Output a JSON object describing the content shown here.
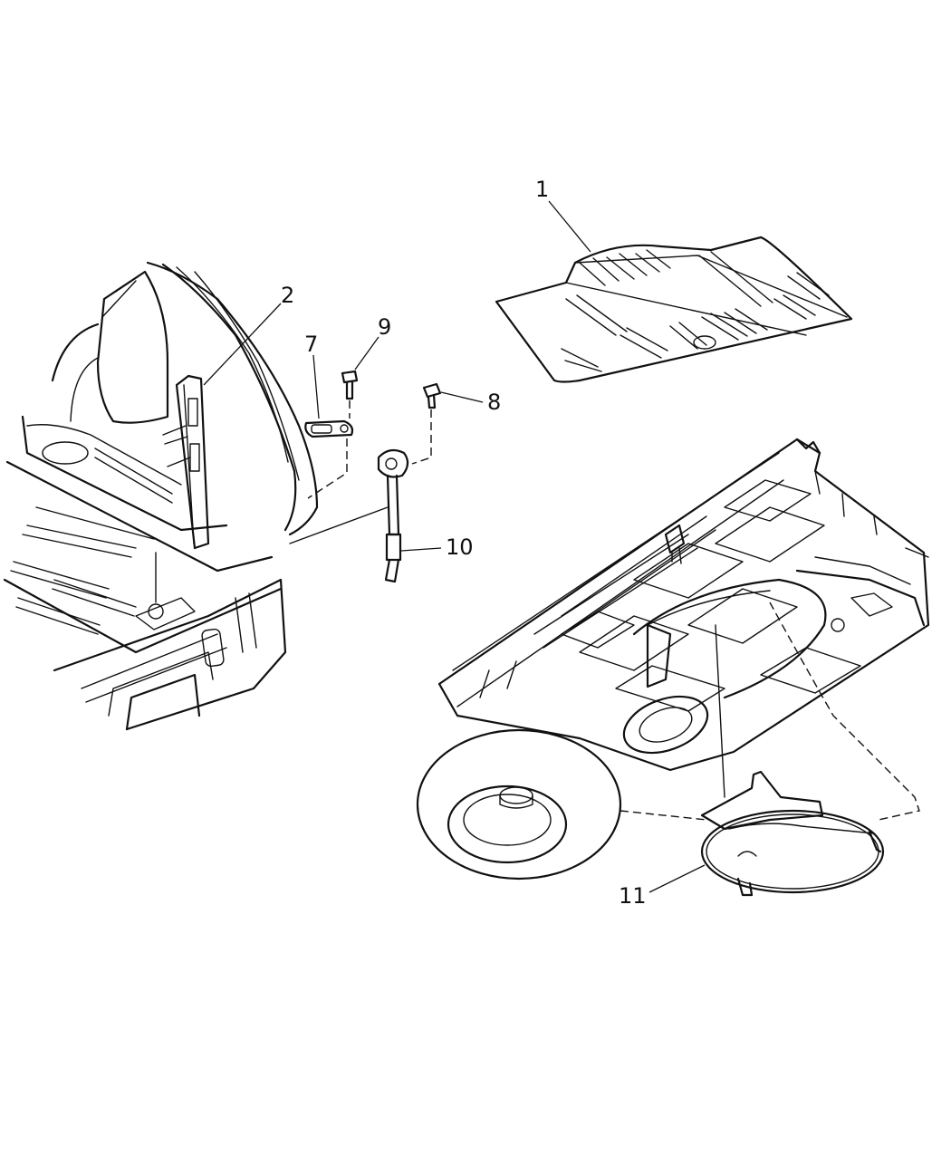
{
  "callouts": [
    {
      "id": "callout-1",
      "label": "1"
    },
    {
      "id": "callout-2",
      "label": "2"
    },
    {
      "id": "callout-7",
      "label": "7"
    },
    {
      "id": "callout-8",
      "label": "8"
    },
    {
      "id": "callout-9",
      "label": "9"
    },
    {
      "id": "callout-10",
      "label": "10"
    },
    {
      "id": "callout-11",
      "label": "11"
    }
  ]
}
